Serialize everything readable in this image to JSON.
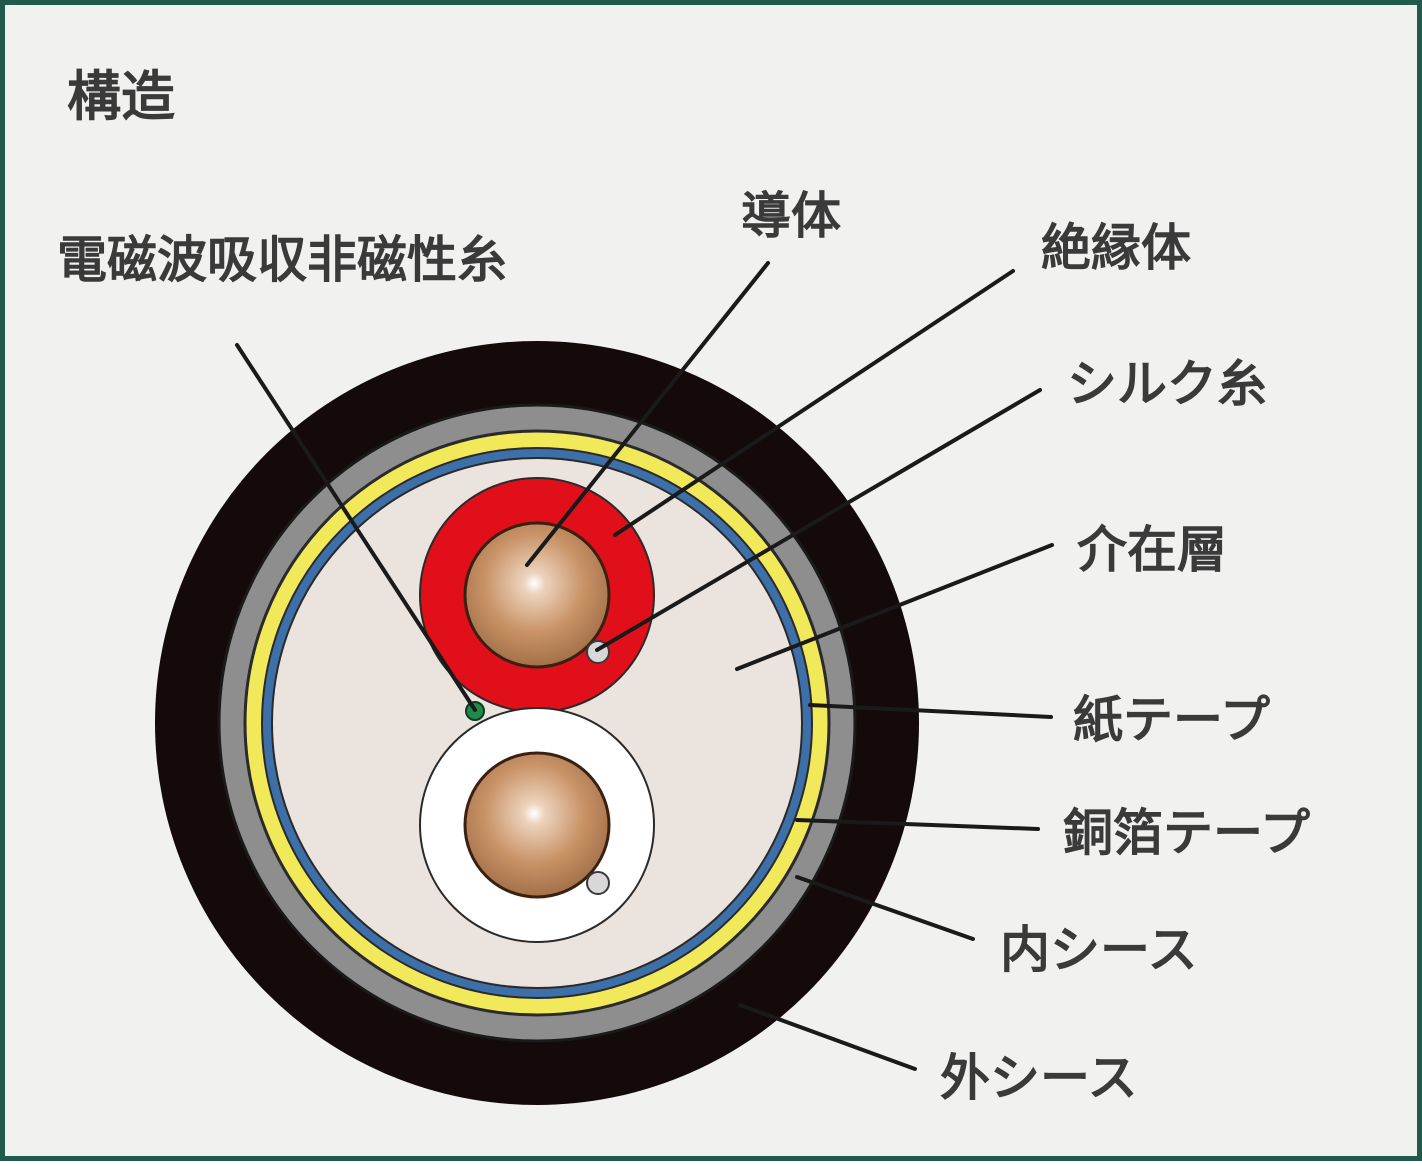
{
  "title": "構造",
  "labels": {
    "em_absorbing_yarn": "電磁波吸収非磁性糸",
    "conductor": "導体",
    "insulator": "絶縁体",
    "silk_yarn": "シルク糸",
    "filler": "介在層",
    "paper_tape": "紙テープ",
    "copper_foil_tape": "銅箔テープ",
    "inner_sheath": "内シース",
    "outer_sheath": "外シース"
  },
  "colors": {
    "frame": "#1f5a4a",
    "background": "#f1f1f0",
    "outer_sheath": "#140a0a",
    "inner_sheath": "#8e8e8e",
    "copper_foil_tape": "#f1e85a",
    "paper_tape": "#3d6fa8",
    "filler": "#ebe3de",
    "insulator_red": "#e00f1a",
    "insulator_white": "#ffffff",
    "conductor": "#c08a5e",
    "silk_yarn": "#d8d8d8",
    "em_absorbing_yarn": "#1f8a4a"
  }
}
